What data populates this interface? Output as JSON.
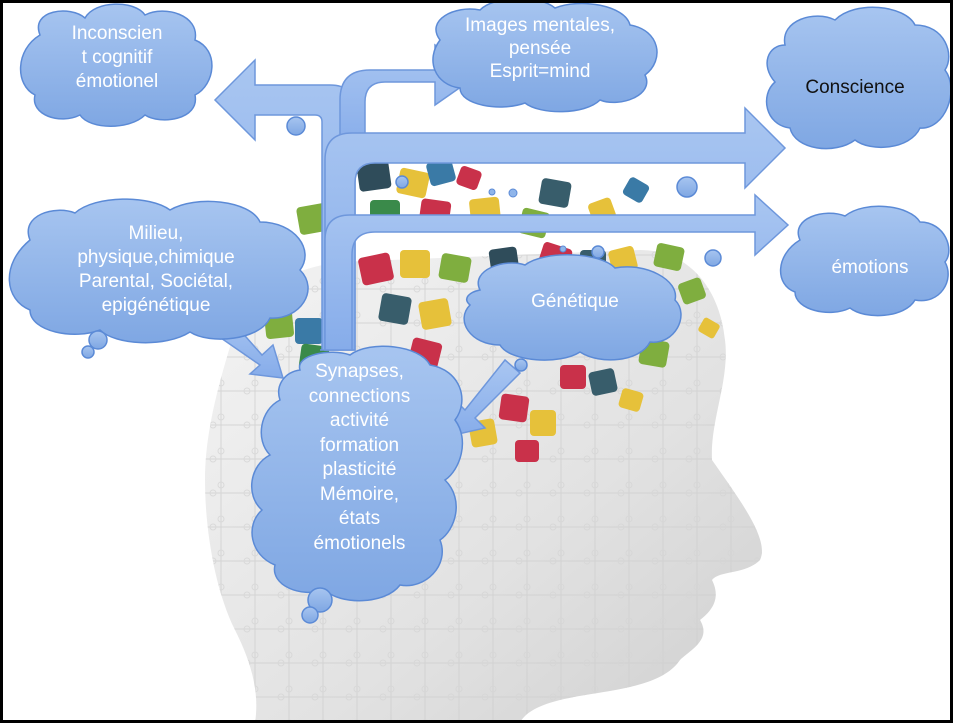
{
  "slide": {
    "background": "#ffffff",
    "cloud_color": "#8fb5ea",
    "cloud_edge": "#5b8ad6",
    "arrow_color": "#8fb5ea"
  },
  "clouds": {
    "inconscient": {
      "lines": [
        "Inconscien",
        "t cognitif",
        "émotionel"
      ]
    },
    "images": {
      "lines": [
        "Images mentales,",
        "pensée",
        "Esprit=mind"
      ]
    },
    "conscience": {
      "lines": [
        "Conscience"
      ]
    },
    "milieu": {
      "lines": [
        "Milieu,",
        "physique,chimique",
        "Parental, Sociétal,",
        "epigénétique"
      ]
    },
    "genetique": {
      "lines": [
        "Génétique"
      ]
    },
    "emotions": {
      "lines": [
        "émotions"
      ]
    },
    "synapses": {
      "lines": [
        "Synapses,",
        "connections",
        "activité",
        "formation",
        "plasticité",
        "Mémoire,",
        "états",
        "émotionels"
      ]
    }
  }
}
